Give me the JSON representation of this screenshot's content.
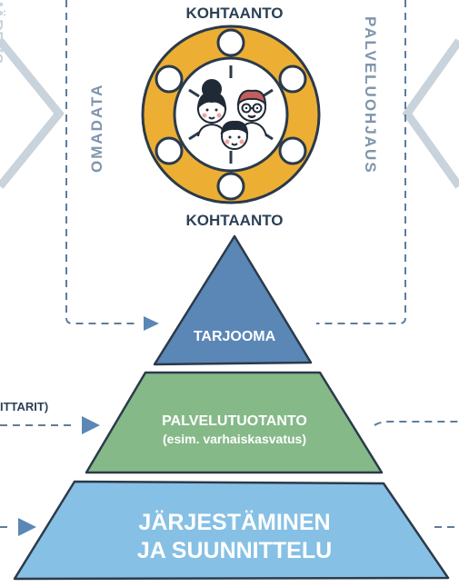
{
  "top_label": "KOHTAANTO",
  "bottom_label": "KOHTAANTO",
  "left_vertical": "OMADATA",
  "right_vertical": "PALVELUOHJAUS",
  "partial_left_text": "ITTARIT)",
  "pyramid": {
    "top": {
      "label": "TARJOOMA"
    },
    "middle": {
      "line1": "PALVELUTUOTANTO",
      "line2": "(esim. varhaiskasvatus)"
    },
    "bottom": {
      "line1": "JÄRJESTÄMINEN",
      "line2": "JA SUUNNITTELU"
    }
  },
  "colors": {
    "dark_blue": "#5a87b6",
    "green": "#86b988",
    "light_blue": "#86c0e5",
    "orange": "#ecaf34",
    "dashed": "#5d7d9d",
    "text_dark": "#2b4156",
    "chevron": "#c9d3dc"
  },
  "icons": [
    "family-icon",
    "circle-node-icon",
    "arrow-icon",
    "chevron-icon"
  ]
}
